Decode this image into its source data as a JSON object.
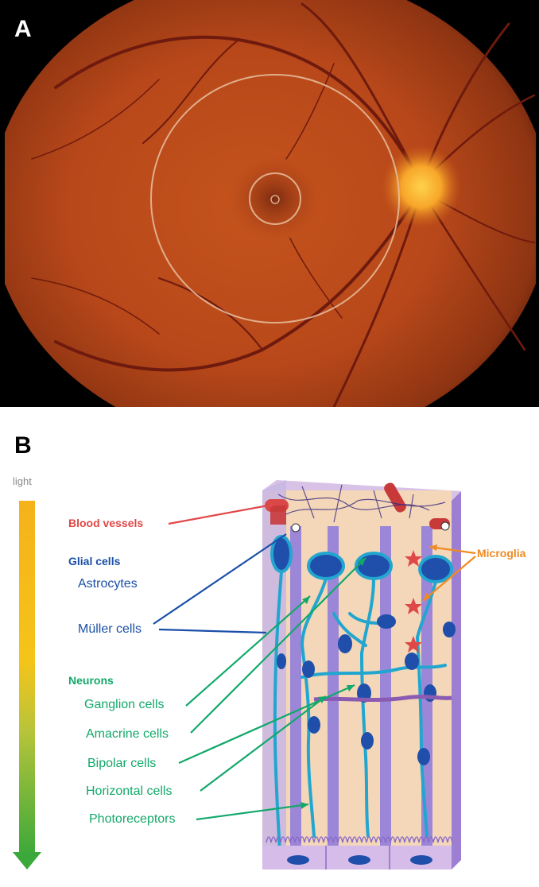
{
  "panel_a": {
    "letter": "A",
    "colors": {
      "fundus": "#c2521a",
      "vignette": "#2a0c04",
      "disc": "#ffb43a",
      "vessel": "#6e1a0e"
    }
  },
  "panel_b": {
    "letter": "B",
    "gradient_label": "light",
    "labels": {
      "blood_vessels": "Blood vessels",
      "glial_cells": "Glial cells",
      "astrocytes": "Astrocytes",
      "muller_cells": "Müller cells",
      "microglia": "Microglia",
      "neurons": "Neurons",
      "ganglion_cells": "Ganglion cells",
      "amacrine_cells": "Amacrine cells",
      "bipolar_cells": "Bipolar cells",
      "horizontal_cells": "Horizontal cells",
      "photoreceptors": "Photoreceptors"
    },
    "colors": {
      "blood": "#e04848",
      "glial": "#1a4fa8",
      "neuron": "#12a86a",
      "microglia": "#f08a24",
      "gradient_top": "#f5b21a",
      "gradient_bottom": "#3aa83a",
      "tissue": "#f4d7b8",
      "purple": "#8a6bc8",
      "cyan": "#22a6cf"
    }
  }
}
